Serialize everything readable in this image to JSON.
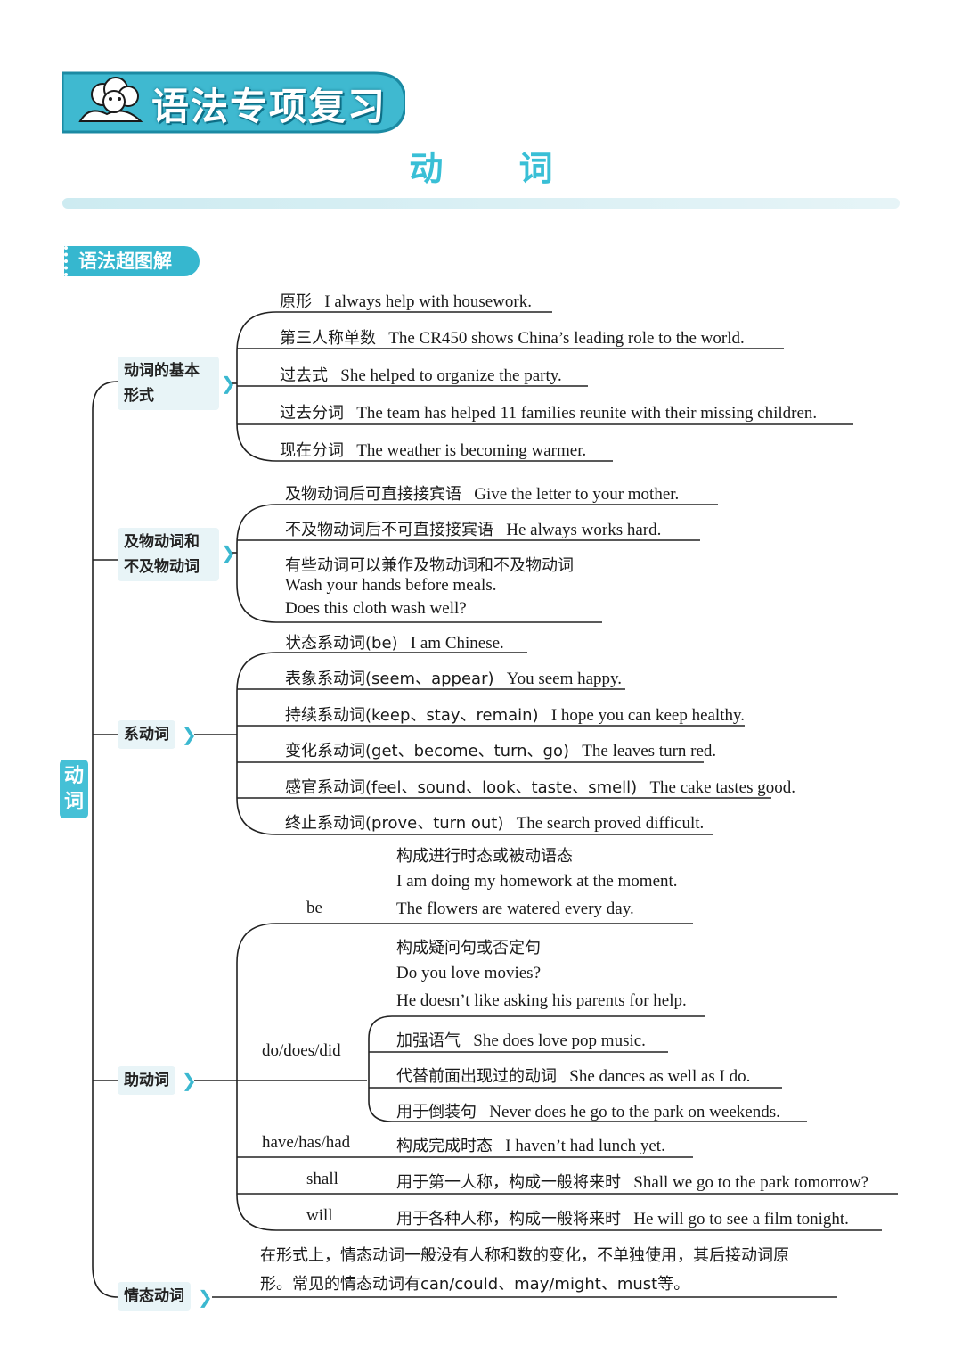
{
  "header": {
    "banner_title": "语法专项复习",
    "page_title": "动 词",
    "section_tag": "语法超图解"
  },
  "root": "动词",
  "branches": {
    "basic_forms": {
      "label_line1": "动词的基本",
      "label_line2": "形式",
      "items": [
        {
          "cn": "原形",
          "en": "I always help with housework."
        },
        {
          "cn": "第三人称单数",
          "en": "The CR450 shows China’s leading role to the world."
        },
        {
          "cn": "过去式",
          "en": "She helped to organize the party."
        },
        {
          "cn": "过去分词",
          "en": "The team has helped 11 families reunite with their missing children."
        },
        {
          "cn": "现在分词",
          "en": "The weather is becoming warmer."
        }
      ]
    },
    "transitive": {
      "label_line1": "及物动词和",
      "label_line2": "不及物动词",
      "items": [
        {
          "cn": "及物动词后可直接接宾语",
          "en": "Give the letter to your mother."
        },
        {
          "cn": "不及物动词后不可直接接宾语",
          "en": "He always works hard."
        },
        {
          "cn": "有些动词可以兼作及物动词和不及物动词",
          "en": "Wash your hands before meals.",
          "en2": "Does this cloth wash well?"
        }
      ]
    },
    "linking": {
      "label": "系动词",
      "items": [
        {
          "cn": "状态系动词(be)",
          "en": "I am Chinese."
        },
        {
          "cn": "表象系动词(seem、appear)",
          "en": "You seem happy."
        },
        {
          "cn": "持续系动词(keep、stay、remain)",
          "en": "I hope you can keep healthy."
        },
        {
          "cn": "变化系动词(get、become、turn、go)",
          "en": "The leaves turn red."
        },
        {
          "cn": "感官系动词(feel、sound、look、taste、smell)",
          "en": "The cake tastes good."
        },
        {
          "cn": "终止系动词(prove、turn out)",
          "en": "The search proved difficult."
        }
      ]
    },
    "auxiliary": {
      "label": "助动词",
      "be": {
        "label": "be",
        "cn": "构成进行时态或被动语态",
        "en1": "I am doing my homework at the moment.",
        "en2": "The flowers are watered every day."
      },
      "do": {
        "label": "do/does/did",
        "question": {
          "cn": "构成疑问句或否定句",
          "en1": "Do you love movies?",
          "en2": "He doesn’t like asking his parents for help."
        },
        "items": [
          {
            "cn": "加强语气",
            "en": "She does love pop music."
          },
          {
            "cn": "代替前面出现过的动词",
            "en": "She dances as well as I do."
          },
          {
            "cn": "用于倒装句",
            "en": "Never does he go to the park on weekends."
          }
        ]
      },
      "have": {
        "label": "have/has/had",
        "cn": "构成完成时态",
        "en": "I haven’t had lunch yet."
      },
      "shall": {
        "label": "shall",
        "cn": "用于第一人称，构成一般将来时",
        "en": "Shall we go to the park tomorrow?"
      },
      "will": {
        "label": "will",
        "cn": "用于各种人称，构成一般将来时",
        "en": "He will go to see a film tonight."
      }
    },
    "modal": {
      "label": "情态动词",
      "line1": "在形式上，情态动词一般没有人称和数的变化，不单独使用，其后接动词原",
      "line2": "形。常见的情态动词有can/could、may/might、must等。"
    }
  },
  "colors": {
    "accent": "#36b7cf",
    "branch_bg": "#e8f4f7",
    "line": "#222222"
  }
}
